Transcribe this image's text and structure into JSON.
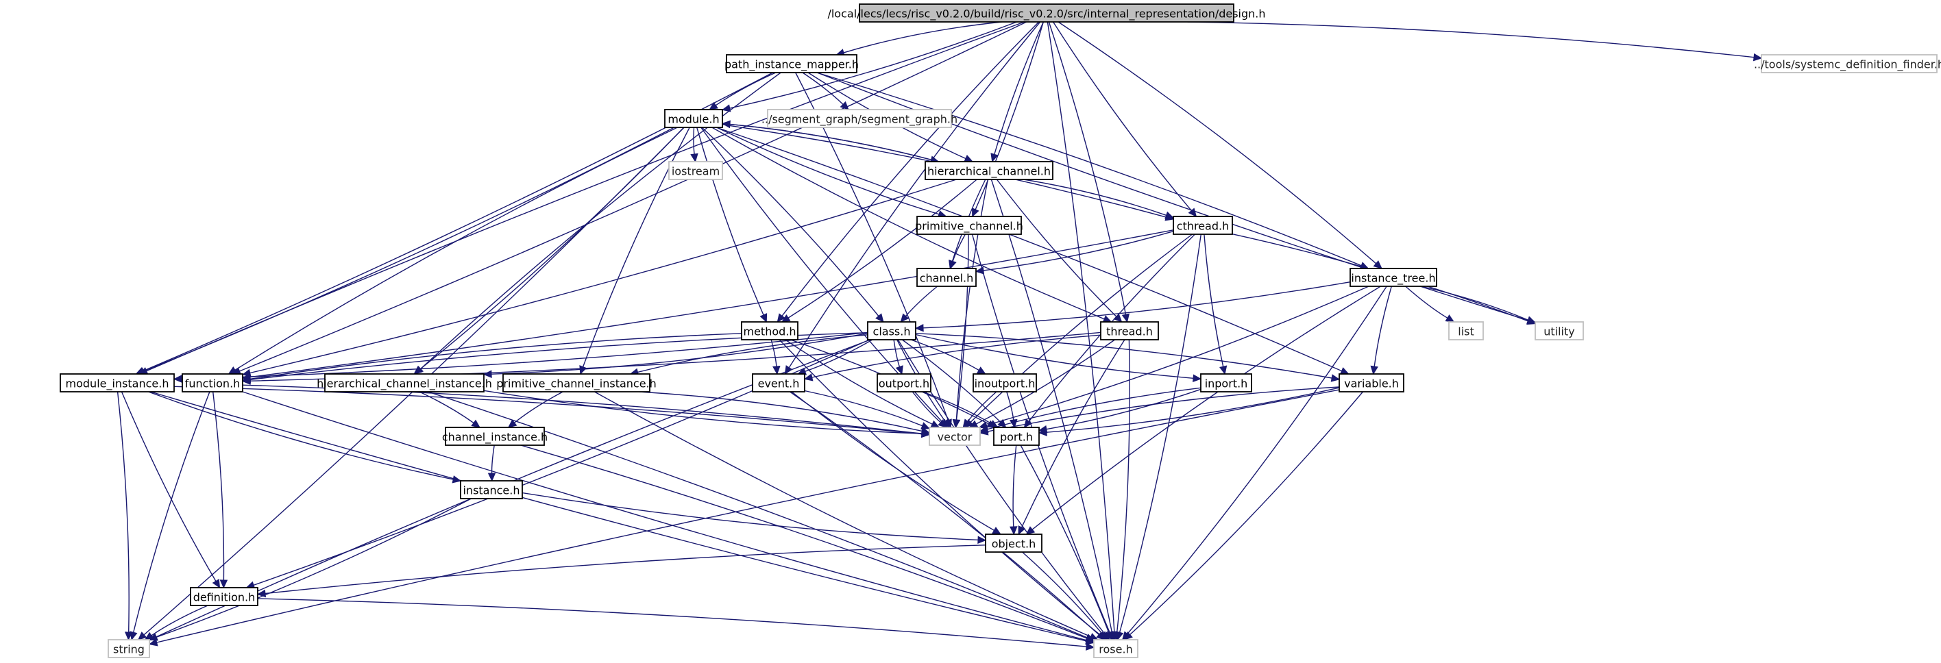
{
  "graph": {
    "nodes": [
      {
        "id": "design",
        "label": "/local/lecs/lecs/risc_v0.2.0/build/risc_v0.2.0/src/internal_representation/design.h",
        "kind": "root"
      },
      {
        "id": "systemc",
        "label": "../tools/systemc_definition_finder.h",
        "kind": "ext"
      },
      {
        "id": "path_instance_mapper",
        "label": "path_instance_mapper.h",
        "kind": "doc"
      },
      {
        "id": "module",
        "label": "module.h",
        "kind": "doc"
      },
      {
        "id": "segment_graph",
        "label": "../segment_graph/segment_graph.h",
        "kind": "ext"
      },
      {
        "id": "iostream",
        "label": "iostream",
        "kind": "ext"
      },
      {
        "id": "hierarchical_channel",
        "label": "hierarchical_channel.h",
        "kind": "doc"
      },
      {
        "id": "primitive_channel",
        "label": "primitive_channel.h",
        "kind": "doc"
      },
      {
        "id": "cthread",
        "label": "cthread.h",
        "kind": "doc"
      },
      {
        "id": "channel",
        "label": "channel.h",
        "kind": "doc"
      },
      {
        "id": "instance_tree",
        "label": "instance_tree.h",
        "kind": "doc"
      },
      {
        "id": "list",
        "label": "list",
        "kind": "ext"
      },
      {
        "id": "utility",
        "label": "utility",
        "kind": "ext"
      },
      {
        "id": "method",
        "label": "method.h",
        "kind": "doc"
      },
      {
        "id": "class",
        "label": "class.h",
        "kind": "doc"
      },
      {
        "id": "thread",
        "label": "thread.h",
        "kind": "doc"
      },
      {
        "id": "module_instance",
        "label": "module_instance.h",
        "kind": "doc"
      },
      {
        "id": "function",
        "label": "function.h",
        "kind": "doc"
      },
      {
        "id": "hierarchical_channel_instance",
        "label": "hierarchical_channel_instance.h",
        "kind": "doc"
      },
      {
        "id": "primitive_channel_instance",
        "label": "primitive_channel_instance.h",
        "kind": "doc"
      },
      {
        "id": "event",
        "label": "event.h",
        "kind": "doc"
      },
      {
        "id": "outport",
        "label": "outport.h",
        "kind": "doc"
      },
      {
        "id": "inoutport",
        "label": "inoutport.h",
        "kind": "doc"
      },
      {
        "id": "inport",
        "label": "inport.h",
        "kind": "doc"
      },
      {
        "id": "variable",
        "label": "variable.h",
        "kind": "doc"
      },
      {
        "id": "vector",
        "label": "vector",
        "kind": "ext"
      },
      {
        "id": "port",
        "label": "port.h",
        "kind": "doc"
      },
      {
        "id": "channel_instance",
        "label": "channel_instance.h",
        "kind": "doc"
      },
      {
        "id": "instance",
        "label": "instance.h",
        "kind": "doc"
      },
      {
        "id": "object",
        "label": "object.h",
        "kind": "doc"
      },
      {
        "id": "definition",
        "label": "definition.h",
        "kind": "doc"
      },
      {
        "id": "string",
        "label": "string",
        "kind": "ext"
      },
      {
        "id": "rose",
        "label": "rose.h",
        "kind": "ext"
      }
    ],
    "edges": [
      [
        "design",
        "systemc"
      ],
      [
        "design",
        "path_instance_mapper"
      ],
      [
        "design",
        "module"
      ],
      [
        "design",
        "hierarchical_channel"
      ],
      [
        "design",
        "primitive_channel"
      ],
      [
        "design",
        "cthread"
      ],
      [
        "design",
        "instance_tree"
      ],
      [
        "design",
        "method"
      ],
      [
        "design",
        "thread"
      ],
      [
        "design",
        "module_instance"
      ],
      [
        "design",
        "function"
      ],
      [
        "design",
        "event"
      ],
      [
        "design",
        "rose"
      ],
      [
        "path_instance_mapper",
        "module"
      ],
      [
        "path_instance_mapper",
        "segment_graph"
      ],
      [
        "path_instance_mapper",
        "hierarchical_channel"
      ],
      [
        "path_instance_mapper",
        "instance_tree"
      ],
      [
        "path_instance_mapper",
        "utility"
      ],
      [
        "path_instance_mapper",
        "module_instance"
      ],
      [
        "path_instance_mapper",
        "hierarchical_channel_instance"
      ],
      [
        "path_instance_mapper",
        "vector"
      ],
      [
        "module",
        "iostream"
      ],
      [
        "module",
        "hierarchical_channel"
      ],
      [
        "module",
        "primitive_channel"
      ],
      [
        "module",
        "cthread"
      ],
      [
        "module",
        "method"
      ],
      [
        "module",
        "class"
      ],
      [
        "module",
        "thread"
      ],
      [
        "module",
        "module_instance"
      ],
      [
        "module",
        "function"
      ],
      [
        "module",
        "hierarchical_channel_instance"
      ],
      [
        "module",
        "primitive_channel_instance"
      ],
      [
        "module",
        "variable"
      ],
      [
        "module",
        "vector"
      ],
      [
        "module",
        "string"
      ],
      [
        "hierarchical_channel",
        "module"
      ],
      [
        "hierarchical_channel",
        "cthread"
      ],
      [
        "hierarchical_channel",
        "channel"
      ],
      [
        "hierarchical_channel",
        "method"
      ],
      [
        "hierarchical_channel",
        "thread"
      ],
      [
        "hierarchical_channel",
        "function"
      ],
      [
        "hierarchical_channel",
        "vector"
      ],
      [
        "hierarchical_channel",
        "rose"
      ],
      [
        "primitive_channel",
        "channel"
      ],
      [
        "primitive_channel",
        "vector"
      ],
      [
        "primitive_channel",
        "rose"
      ],
      [
        "cthread",
        "channel"
      ],
      [
        "cthread",
        "inport"
      ],
      [
        "cthread",
        "utility"
      ],
      [
        "cthread",
        "vector"
      ],
      [
        "cthread",
        "function"
      ],
      [
        "cthread",
        "port"
      ],
      [
        "cthread",
        "rose"
      ],
      [
        "channel",
        "class"
      ],
      [
        "instance_tree",
        "class"
      ],
      [
        "instance_tree",
        "list"
      ],
      [
        "instance_tree",
        "utility"
      ],
      [
        "instance_tree",
        "variable"
      ],
      [
        "instance_tree",
        "vector"
      ],
      [
        "instance_tree",
        "object"
      ],
      [
        "instance_tree",
        "rose"
      ],
      [
        "method",
        "function"
      ],
      [
        "method",
        "event"
      ],
      [
        "method",
        "vector"
      ],
      [
        "method",
        "port"
      ],
      [
        "method",
        "rose"
      ],
      [
        "class",
        "module_instance"
      ],
      [
        "class",
        "function"
      ],
      [
        "class",
        "hierarchical_channel_instance"
      ],
      [
        "class",
        "primitive_channel_instance"
      ],
      [
        "class",
        "event"
      ],
      [
        "class",
        "outport"
      ],
      [
        "class",
        "inoutport"
      ],
      [
        "class",
        "inport"
      ],
      [
        "class",
        "variable"
      ],
      [
        "class",
        "vector"
      ],
      [
        "class",
        "port"
      ],
      [
        "class",
        "string"
      ],
      [
        "class",
        "definition"
      ],
      [
        "class",
        "rose"
      ],
      [
        "thread",
        "function"
      ],
      [
        "thread",
        "event"
      ],
      [
        "thread",
        "vector"
      ],
      [
        "thread",
        "object"
      ],
      [
        "thread",
        "rose"
      ],
      [
        "module_instance",
        "instance"
      ],
      [
        "module_instance",
        "vector"
      ],
      [
        "module_instance",
        "definition"
      ],
      [
        "module_instance",
        "string"
      ],
      [
        "module_instance",
        "rose"
      ],
      [
        "function",
        "definition"
      ],
      [
        "function",
        "string"
      ],
      [
        "function",
        "vector"
      ],
      [
        "function",
        "rose"
      ],
      [
        "hierarchical_channel_instance",
        "channel_instance"
      ],
      [
        "hierarchical_channel_instance",
        "vector"
      ],
      [
        "hierarchical_channel_instance",
        "rose"
      ],
      [
        "primitive_channel_instance",
        "channel_instance"
      ],
      [
        "primitive_channel_instance",
        "vector"
      ],
      [
        "primitive_channel_instance",
        "rose"
      ],
      [
        "event",
        "vector"
      ],
      [
        "event",
        "object"
      ],
      [
        "event",
        "rose"
      ],
      [
        "outport",
        "vector"
      ],
      [
        "outport",
        "port"
      ],
      [
        "inoutport",
        "vector"
      ],
      [
        "inoutport",
        "port"
      ],
      [
        "inport",
        "vector"
      ],
      [
        "inport",
        "port"
      ],
      [
        "variable",
        "vector"
      ],
      [
        "variable",
        "port"
      ],
      [
        "variable",
        "string"
      ],
      [
        "variable",
        "rose"
      ],
      [
        "port",
        "object"
      ],
      [
        "port",
        "rose"
      ],
      [
        "channel_instance",
        "instance"
      ],
      [
        "channel_instance",
        "rose"
      ],
      [
        "instance",
        "object"
      ],
      [
        "instance",
        "string"
      ],
      [
        "object",
        "definition"
      ],
      [
        "object",
        "rose"
      ],
      [
        "definition",
        "string"
      ],
      [
        "definition",
        "rose"
      ]
    ]
  }
}
